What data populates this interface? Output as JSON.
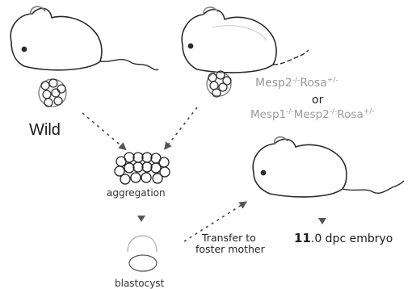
{
  "labels": {
    "wild": "Wild",
    "mutant_line1_a": "Mesp2",
    "mutant_line1_a_sup": "-/-",
    "mutant_line1_b": "Rosa",
    "mutant_line1_b_sup": "+/-",
    "or": "or",
    "mutant_line2_a": "Mesp1",
    "mutant_line2_a_sup": "-/-",
    "mutant_line2_b": "Mesp2",
    "mutant_line2_b_sup": "-/-",
    "mutant_line2_c": "Rosa",
    "mutant_line2_c_sup": "+/-",
    "aggregation": "aggregation",
    "blastocyst": "blastocyst",
    "transfer_line1": "Transfer to",
    "transfer_line2": "foster mother",
    "embryo_bold": "11",
    "embryo_rest": ".0 dpc embryo"
  }
}
